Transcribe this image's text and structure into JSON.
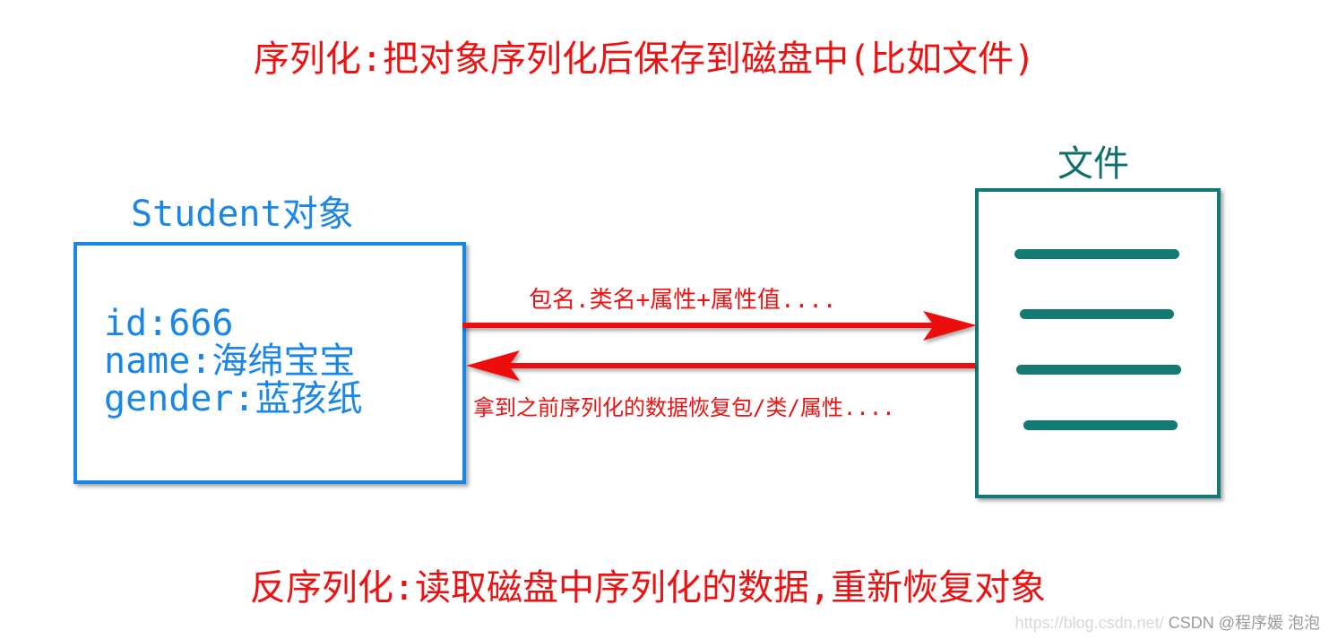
{
  "title_top": "序列化:把对象序列化后保存到磁盘中(比如文件)",
  "title_bottom": "反序列化:读取磁盘中序列化的数据,重新恢复对象",
  "object": {
    "label": "Student对象",
    "fields": [
      "id:666",
      "name:海绵宝宝",
      "gender:蓝孩纸"
    ]
  },
  "file": {
    "label": "文件"
  },
  "arrows": {
    "serialize_label": "包名.类名+属性+属性值....",
    "deserialize_label": "拿到之前序列化的数据恢复包/类/属性...."
  },
  "watermark": {
    "url": "https://blog.csdn.net/",
    "author": "CSDN @程序媛 泡泡"
  },
  "colors": {
    "red": "#ee1111",
    "blue": "#1a87e8",
    "teal": "#137a73"
  }
}
